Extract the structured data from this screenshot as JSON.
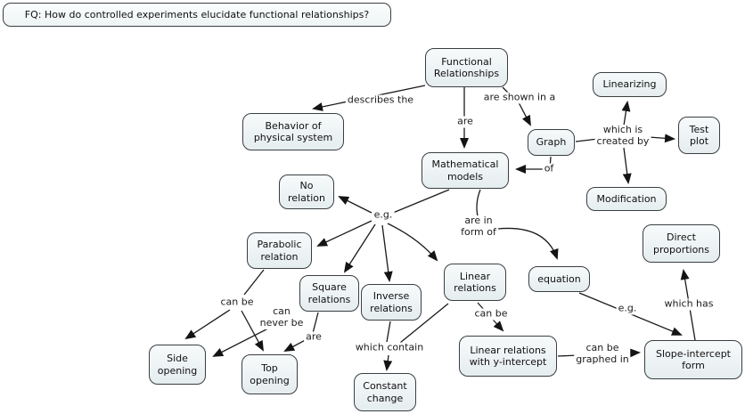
{
  "question": "FQ: How do controlled experiments elucidate functional relationships?",
  "nodes": {
    "functional_relationships": "Functional Relationships",
    "behavior": "Behavior of physical system",
    "linearizing": "Linearizing",
    "graph": "Graph",
    "test_plot": "Test plot",
    "modification": "Modification",
    "mathematical_models": "Mathematical models",
    "no_relation": "No relation",
    "parabolic_relation": "Parabolic relation",
    "square_relations": "Square relations",
    "inverse_relations": "Inverse relations",
    "linear_relations": "Linear relations",
    "equation": "equation",
    "direct_proportions": "Direct proportions",
    "linear_y_intercept": "Linear relations with y-intercept",
    "slope_intercept": "Slope-intercept form",
    "side_opening": "Side opening",
    "top_opening": "Top opening",
    "constant_change": "Constant change"
  },
  "links": {
    "describes_the": "describes the",
    "are_1": "are",
    "are_shown_in_a": "are shown in a",
    "which_is_created_by": "which is\ncreated by",
    "of": "of",
    "eg_1": "e.g.",
    "are_in_form_of": "are in\nform of",
    "can_be_1": "can be",
    "can_never_be": "can\nnever be",
    "are_2": "are",
    "which_contain": "which contain",
    "can_be_2": "can be",
    "eg_2": "e.g.",
    "which_has": "which has",
    "can_be_graphed_in": "can be\ngraphed in"
  },
  "colors": {
    "node_fill": "#e9f0f2",
    "node_border": "#3a3f42",
    "wire": "#1a1a1a",
    "background": "#ffffff"
  }
}
